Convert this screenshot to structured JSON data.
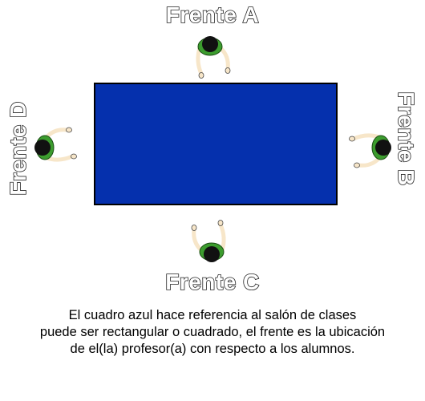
{
  "room": {
    "fill": "#0530ad",
    "stroke": "#000000"
  },
  "fronts": [
    {
      "id": "a",
      "label": "Frente A"
    },
    {
      "id": "b",
      "label": "Frente B"
    },
    {
      "id": "c",
      "label": "Frente C"
    },
    {
      "id": "d",
      "label": "Frente D"
    }
  ],
  "person": {
    "shirt": "#3c9c2e",
    "hair": "#111111",
    "skin": "#f7e6c9"
  },
  "caption": {
    "line1": "El cuadro azul hace referencia al salón de clases",
    "line2": "puede ser rectangular o cuadrado, el frente es la ubicación",
    "line3": "de el(la) profesor(a) con respecto a los alumnos."
  }
}
